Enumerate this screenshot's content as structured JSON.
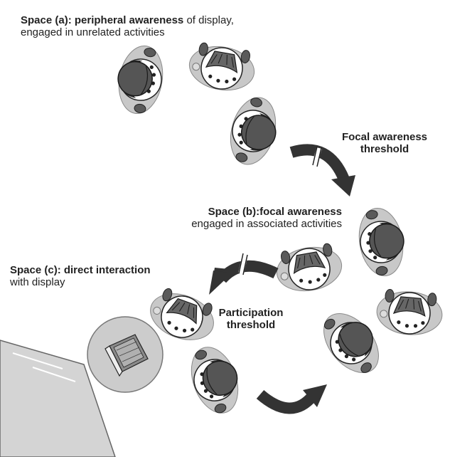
{
  "space_a": {
    "title": "Space (a): peripheral awareness",
    "title_rest": " of display,",
    "subtitle": "engaged in unrelated activities"
  },
  "focal_threshold": {
    "line1": "Focal awareness",
    "line2": "threshold"
  },
  "space_b": {
    "title": "Space (b):focal awareness",
    "subtitle": "engaged in associated activities"
  },
  "space_c": {
    "title": "Space (c): direct interaction",
    "subtitle": "with display"
  },
  "participation_threshold": {
    "line1": "Participation",
    "line2": "threshold"
  },
  "colors": {
    "disc": "#c8c8c8",
    "head": "#555555",
    "hand": "#6a6a6a",
    "arrow": "#333333",
    "display": "#d4d4d4"
  }
}
